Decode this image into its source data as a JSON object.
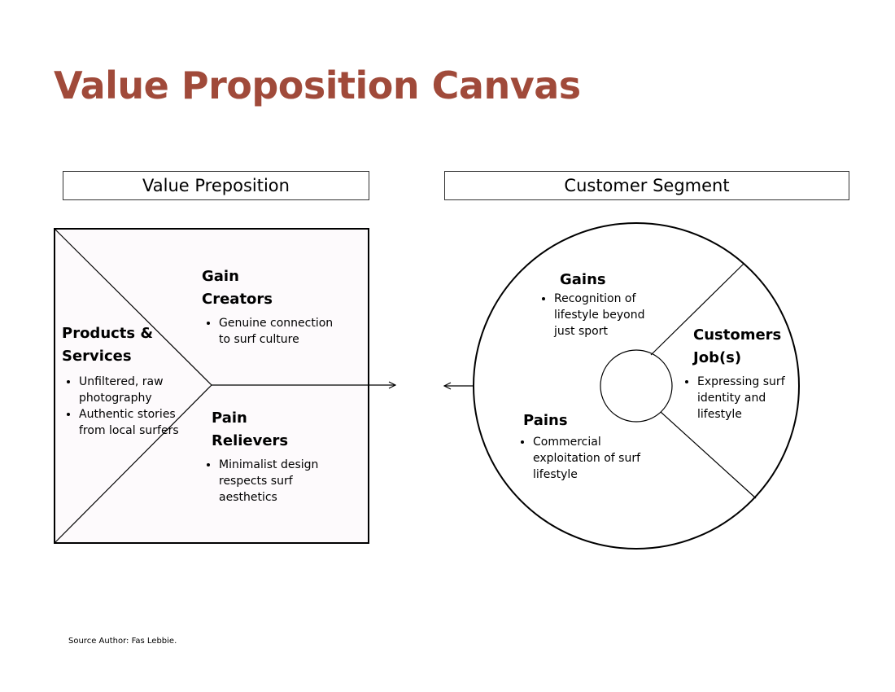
{
  "title": "Value Proposition Canvas",
  "value_proposition": {
    "header": "Value Preposition",
    "products_services": {
      "title_lines": [
        "Products &",
        "Services"
      ],
      "items": [
        "Unfiltered, raw photography",
        "Authentic stories from local surfers"
      ]
    },
    "gain_creators": {
      "title_lines": [
        "Gain",
        "Creators"
      ],
      "items": [
        "Genuine connection to surf culture"
      ]
    },
    "pain_relievers": {
      "title_lines": [
        "Pain",
        "Relievers"
      ],
      "items": [
        "Minimalist design respects surf aesthetics"
      ]
    }
  },
  "customer_segment": {
    "header": "Customer Segment",
    "gains": {
      "title": "Gains",
      "items": [
        "Recognition of lifestyle beyond just sport"
      ]
    },
    "customer_jobs": {
      "title_lines": [
        "Customers",
        "Job(s)"
      ],
      "items": [
        "Expressing surf identity and lifestyle"
      ]
    },
    "pains": {
      "title": "Pains",
      "items": [
        "Commercial exploitation of surf lifestyle"
      ]
    }
  },
  "footer": "Source Author: Fas Lebbie."
}
